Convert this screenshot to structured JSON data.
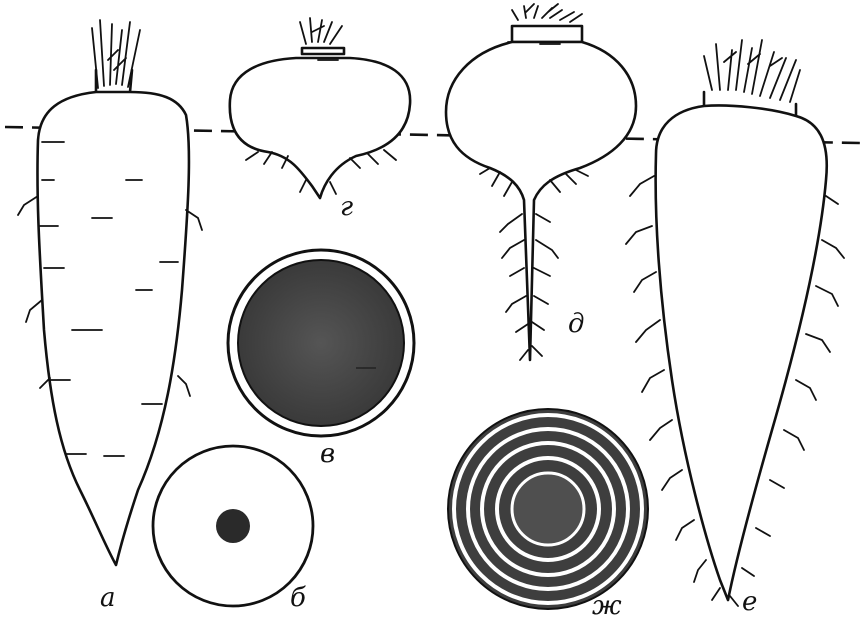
{
  "labels": {
    "a": "а",
    "b": "б",
    "v": "в",
    "g": "г",
    "d": "д",
    "e": "е",
    "zh": "ж"
  },
  "colors": {
    "ink": "#111111",
    "dark_fill": "#4a4a4a",
    "background": "#ffffff"
  }
}
